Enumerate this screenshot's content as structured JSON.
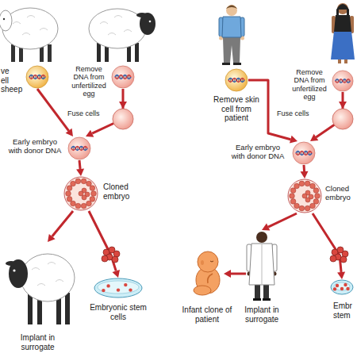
{
  "diagram": {
    "nodes": [
      {
        "text": [
          "ve ell sheep"
        ]
      },
      {
        "text": [
          "Remove DNA from unfertilized egg"
        ]
      },
      {
        "text": [
          "Early embryo with donor DNA"
        ]
      },
      {
        "text": [
          "Cloned embryo"
        ]
      },
      {
        "text": [
          "Implant in surrogate"
        ]
      },
      {
        "text": [
          "Embryonic stem cells"
        ]
      },
      {
        "text": [
          "Remove skin cell from patient"
        ]
      },
      {
        "text": [
          "Remove DNA from unfertilized egg"
        ]
      },
      {
        "text": [
          "Early embryo with donor DNA"
        ]
      },
      {
        "text": [
          "Cloned embryo"
        ]
      },
      {
        "text": [
          "Implant in surrogate"
        ]
      },
      {
        "text": [
          "Infant clone of patient"
        ]
      },
      {
        "text": [
          "Embr stem"
        ]
      }
    ],
    "edges": [
      {
        "from": 0,
        "to": 2,
        "arrow": "to"
      },
      {
        "from": 1,
        "to": 2,
        "arrow": "to"
      },
      {
        "from": 2,
        "to": 3,
        "arrow": "to"
      },
      {
        "from": 3,
        "to": 4,
        "arrow": "to"
      },
      {
        "from": 3,
        "to": 5,
        "arrow": "to"
      },
      {
        "from": 6,
        "to": 8,
        "arrow": "to"
      },
      {
        "from": 7,
        "to": 8,
        "arrow": "to"
      },
      {
        "from": 8,
        "to": 9,
        "arrow": "to"
      },
      {
        "from": 9,
        "to": 10,
        "arrow": "to"
      },
      {
        "from": 10,
        "to": 11,
        "arrow": "to"
      },
      {
        "from": 9,
        "to": 12,
        "arrow": "to"
      }
    ],
    "labels": [
      "Fuse cells",
      "Fuse cells"
    ]
  }
}
